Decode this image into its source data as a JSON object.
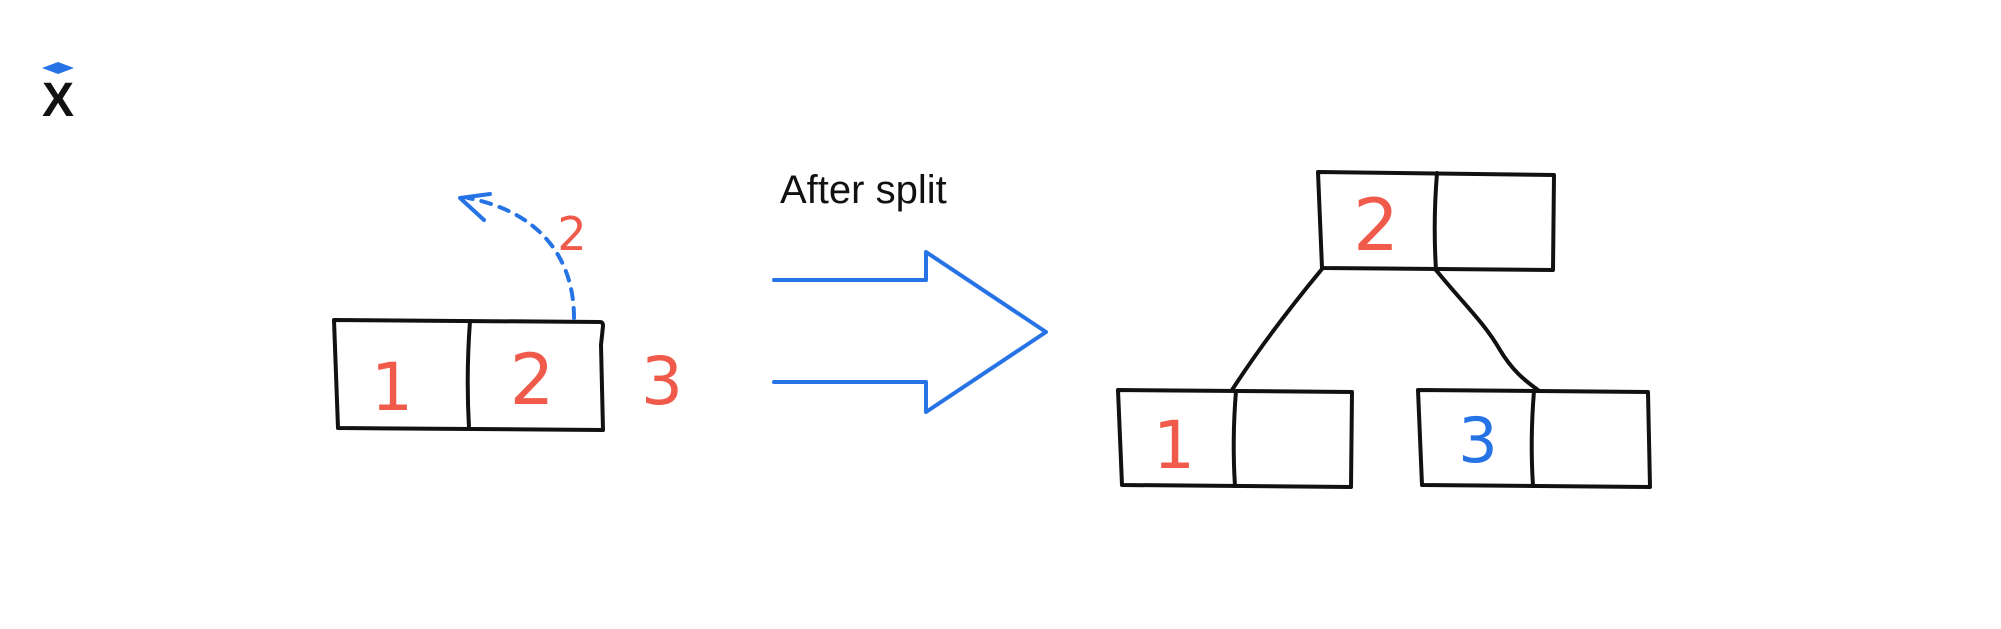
{
  "colors": {
    "background": "#ffffff",
    "ink": "#111111",
    "red": "#f05a4a",
    "blue": "#2673e6"
  },
  "logo": {
    "icon": "x-logo-icon",
    "letter": "X"
  },
  "before": {
    "node_keys": [
      "1",
      "2"
    ],
    "overflow_key": "3",
    "promoted_key": "2"
  },
  "transition": {
    "label": "After split",
    "arrow_icon": "hollow-right-arrow"
  },
  "after": {
    "root_keys": [
      "2",
      ""
    ],
    "left_child_keys": [
      "1",
      ""
    ],
    "right_child_keys": [
      "3",
      ""
    ]
  }
}
